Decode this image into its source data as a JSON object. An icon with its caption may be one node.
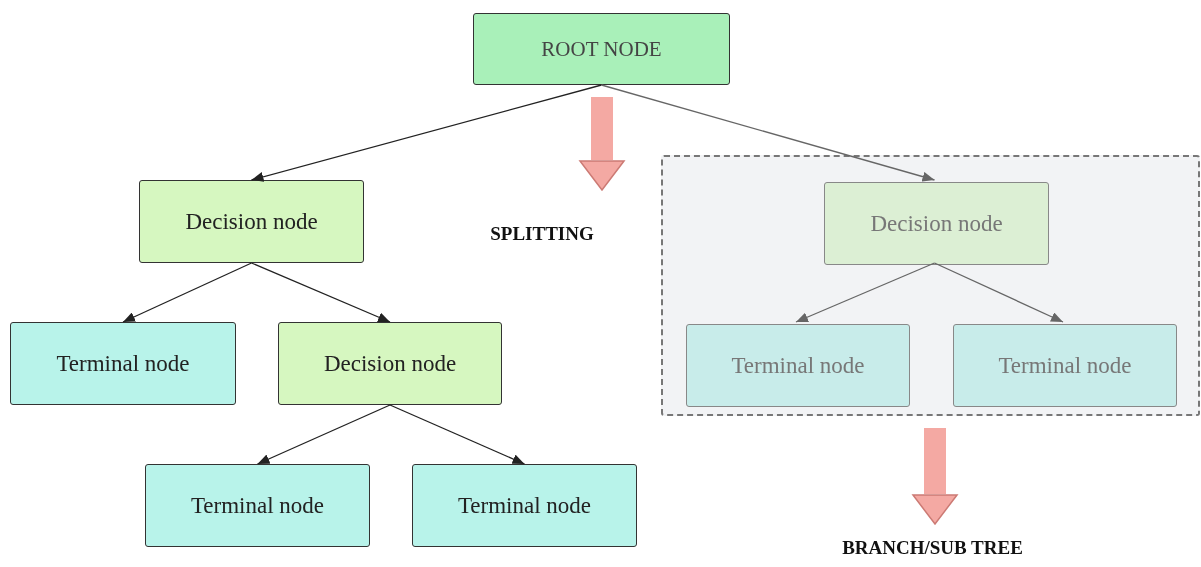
{
  "diagram": {
    "nodes": [
      {
        "text": [
          "ROOT NODE"
        ]
      },
      {
        "text": [
          "Decision node"
        ]
      },
      {
        "text": [
          "SPLITTING"
        ]
      },
      {
        "text": [],
        "shape": "box"
      },
      {
        "text": [
          "Decision node"
        ],
        "in": 3
      },
      {
        "text": [
          "Terminal node"
        ]
      },
      {
        "text": [
          "Decision node"
        ]
      },
      {
        "text": [
          "Terminal node"
        ],
        "in": 3
      },
      {
        "text": [
          "Terminal node"
        ],
        "in": 3
      },
      {
        "text": [
          "Terminal node"
        ]
      },
      {
        "text": [
          "Terminal node"
        ]
      },
      {
        "text": [
          "BRANCH/SUB TREE"
        ]
      }
    ],
    "edges": [
      {
        "from": 0,
        "to": 1,
        "arrow": "to"
      },
      {
        "from": 0,
        "to": 2,
        "arrow": "to",
        "style": "thick",
        "color": "#f4a9a3"
      },
      {
        "from": 0,
        "to": 4,
        "arrow": "to",
        "color": "#666666"
      },
      {
        "from": 1,
        "to": 5,
        "arrow": "to"
      },
      {
        "from": 1,
        "to": 6,
        "arrow": "to"
      },
      {
        "from": 4,
        "to": 7,
        "arrow": "to",
        "color": "#666666"
      },
      {
        "from": 4,
        "to": 8,
        "arrow": "to",
        "color": "#666666"
      },
      {
        "from": 6,
        "to": 9,
        "arrow": "to"
      },
      {
        "from": 6,
        "to": 10,
        "arrow": "to"
      },
      {
        "from": 3,
        "to": 11,
        "arrow": "to",
        "style": "thick",
        "color": "#f4a9a3"
      }
    ]
  }
}
